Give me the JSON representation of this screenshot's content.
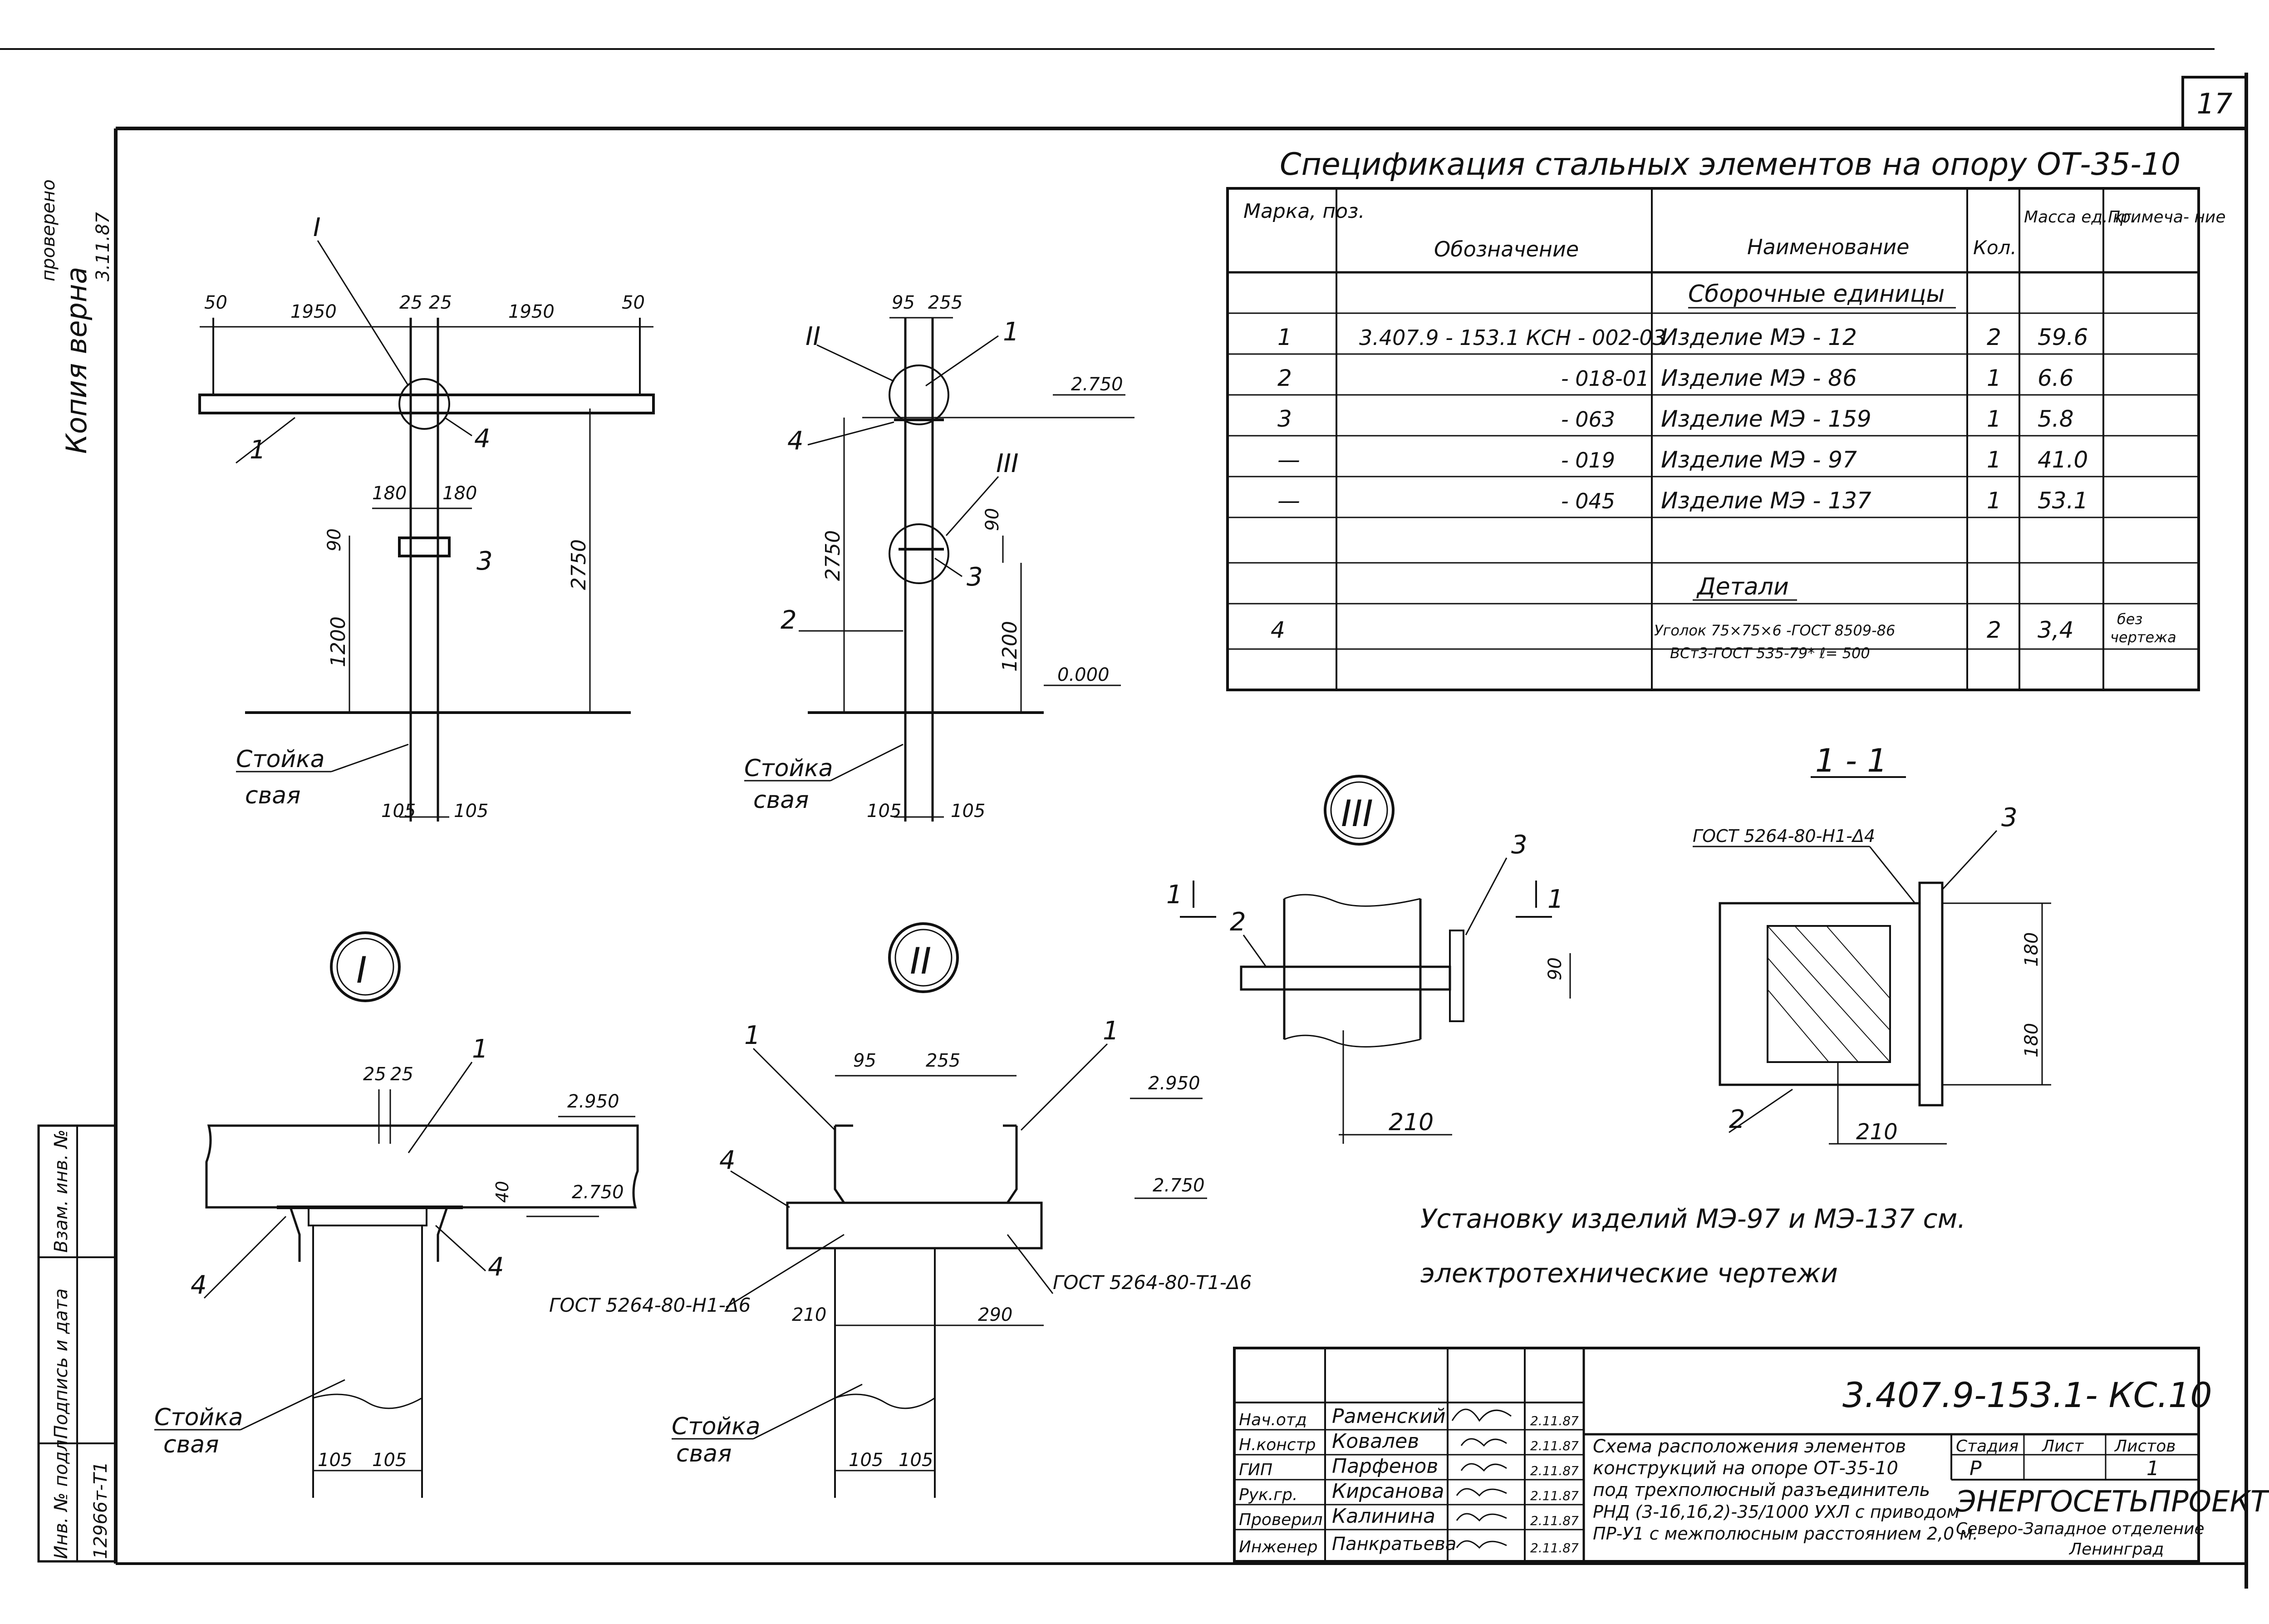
{
  "sheet": {
    "number": "17"
  },
  "side_note": {
    "copy_text": "Копия верна",
    "checked_text": "проверено",
    "date": "3.11.87"
  },
  "spec": {
    "title": "Спецификация стальных элементов на опору ОТ-35-10",
    "headers": {
      "mark": "Марка, поз.",
      "designation": "Обозначение",
      "name": "Наименование",
      "qty": "Кол.",
      "mass": "Масса ед. кг.",
      "note": "Примеча- ние"
    },
    "section_assembly": "Сборочные единицы",
    "rows": [
      {
        "mark": "1",
        "designation": "3.407.9 - 153.1 КСН - 002-03",
        "name": "Изделие   МЭ - 12",
        "qty": "2",
        "mass": "59.6",
        "note": ""
      },
      {
        "mark": "2",
        "designation": "- 018-01",
        "name": "Изделие   МЭ - 86",
        "qty": "1",
        "mass": "6.6",
        "note": ""
      },
      {
        "mark": "3",
        "designation": "- 063",
        "name": "Изделие   МЭ - 159",
        "qty": "1",
        "mass": "5.8",
        "note": ""
      },
      {
        "mark": "—",
        "designation": "- 019",
        "name": "Изделие   МЭ - 97",
        "qty": "1",
        "mass": "41.0",
        "note": ""
      },
      {
        "mark": "—",
        "designation": "- 045",
        "name": "Изделие   МЭ - 137",
        "qty": "1",
        "mass": "53.1",
        "note": ""
      }
    ],
    "section_details": "Детали",
    "detail_row": {
      "mark": "4",
      "name_line1": "Уголок 75×75×6 -ГОСТ 8509-86",
      "name_line2": "ВСт3-ГОСТ 535-79*  ℓ= 500",
      "qty": "2",
      "mass": "3,4",
      "note_line1": "без",
      "note_line2": "чертежа"
    }
  },
  "views": {
    "front": {
      "dims": [
        "50",
        "1950",
        "25",
        "25",
        "1950",
        "50",
        "180",
        "180",
        "90",
        "1200",
        "2750",
        "105",
        "105"
      ],
      "callouts": [
        "I",
        "1",
        "4",
        "3"
      ],
      "label_post": "Стойка",
      "label_pile": "свая"
    },
    "side": {
      "dims": [
        "95",
        "255",
        "2750",
        "90",
        "1200",
        "105",
        "105"
      ],
      "levels": [
        "2.750",
        "0.000"
      ],
      "callouts": [
        "II",
        "1",
        "4",
        "III",
        "2",
        "3"
      ],
      "label_post": "Стойка",
      "label_pile": "свая"
    },
    "node1": {
      "title": "I",
      "dims": [
        "25",
        "25",
        "40",
        "105",
        "105"
      ],
      "levels": [
        "2.950",
        "2.750"
      ],
      "callouts": [
        "1",
        "4",
        "4"
      ],
      "label_post": "Стойка",
      "label_pile": "свая"
    },
    "node2": {
      "title": "II",
      "dims": [
        "95",
        "255",
        "210",
        "290",
        "105",
        "105"
      ],
      "levels": [
        "2.950",
        "2.750"
      ],
      "callouts": [
        "1",
        "1",
        "4"
      ],
      "weld_left": "ГОСТ 5264-80-Н1-Δ6",
      "weld_right": "ГОСТ 5264-80-Т1-Δ6",
      "label_post": "Стойка",
      "label_pile": "свая"
    },
    "node3": {
      "title": "III",
      "dims": [
        "90",
        "210"
      ],
      "callouts": [
        "2",
        "3"
      ],
      "cut_mark": "1"
    },
    "section11": {
      "title": "1 - 1",
      "weld": "ГОСТ 5264-80-Н1-Δ4",
      "dims": [
        "180",
        "180",
        "210"
      ],
      "callouts": [
        "3",
        "2"
      ]
    }
  },
  "note_text_line1": "Установку изделий МЭ-97 и МЭ-137 см.",
  "note_text_line2": "электротехнические чертежи",
  "title_block": {
    "code": "3.407.9-153.1- КС.10",
    "roles": [
      {
        "role": "Нач.отд",
        "name": "Раменский",
        "date": "2.11.87"
      },
      {
        "role": "Н.констр",
        "name": "Ковалев",
        "date": "2.11.87"
      },
      {
        "role": "ГИП",
        "name": "Парфенов",
        "date": "2.11.87"
      },
      {
        "role": "Рук.гр.",
        "name": "Кирсанова",
        "date": "2.11.87"
      },
      {
        "role": "Проверил",
        "name": "Калинина",
        "date": "2.11.87"
      },
      {
        "role": "Инженер",
        "name": "Панкратьева",
        "date": "2.11.87"
      }
    ],
    "description_lines": [
      "Схема расположения элементов",
      "конструкций на опоре ОТ-35-10",
      "под трехполюсный разъединитель",
      "РНД (3-1б,1б,2)-35/1000 УХЛ с приводом",
      "ПР-У1 с межполюсным расстоянием 2,0 м."
    ],
    "stage_label": "Стадия",
    "stage": "Р",
    "sheet_label": "Лист",
    "sheet": "",
    "sheets_label": "Листов",
    "sheets": "1",
    "org": "ЭНЕРГОСЕТЬПРОЕКТ",
    "org_sub_line1": "Северо-Западное отделение",
    "org_sub_line2": "Ленинград"
  },
  "left_strip": {
    "inv_label": "Инв. № подл.",
    "sign_label": "Подпись и дата",
    "vzam_label": "Взам. инв. №",
    "inv_value": "12966т-Т1"
  }
}
